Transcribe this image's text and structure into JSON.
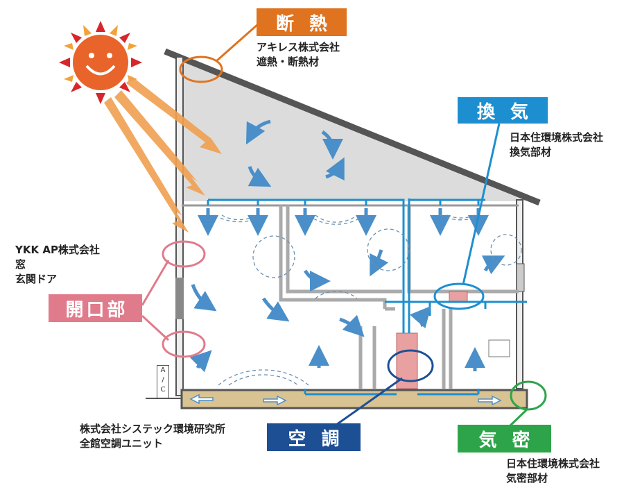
{
  "labels": {
    "insulation": {
      "title": "断熱",
      "company": "アキレス株式会社",
      "product": "遮熱・断熱材",
      "color": "#e0731f"
    },
    "ventilation": {
      "title": "換気",
      "company": "日本住環境株式会社",
      "product": "換気部材",
      "color": "#1d8fd0"
    },
    "opening": {
      "title": "開口部",
      "company": "YKK AP株式会社",
      "product1": "窓",
      "product2": "玄関ドア",
      "color": "#e07b8c"
    },
    "aircon": {
      "title": "空調",
      "company": "株式会社システック環境研究所",
      "product": "全館空調ユニット",
      "color": "#1d4f95"
    },
    "airtight": {
      "title": "気密",
      "company": "日本住環境株式会社",
      "product": "気密部材",
      "color": "#2ea44a"
    }
  },
  "outdoor_unit": {
    "label_a": "A",
    "label_c": "C"
  }
}
